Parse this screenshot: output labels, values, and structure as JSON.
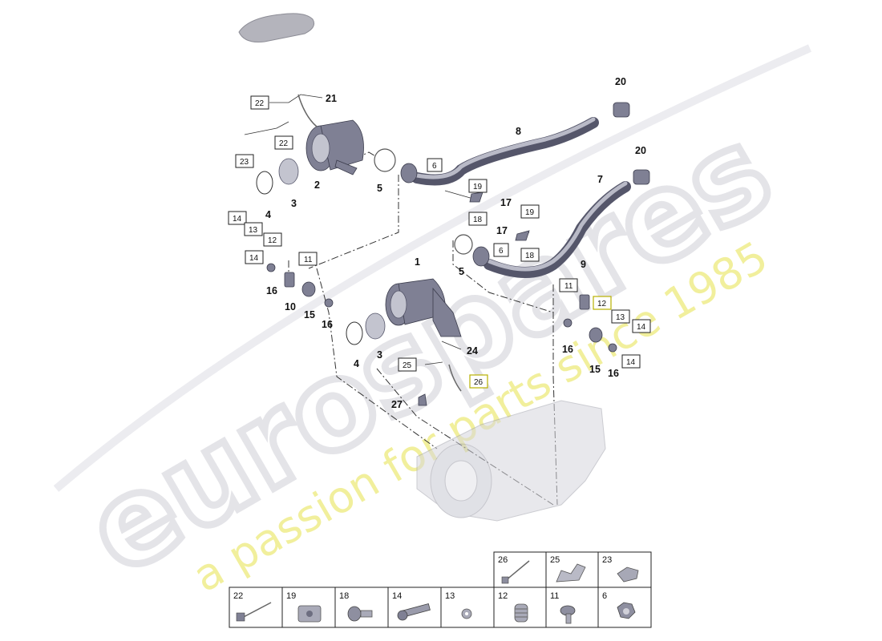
{
  "watermark": {
    "brand": "eurospares",
    "tagline": "a passion for parts since 1985"
  },
  "callouts": [
    {
      "id": "c1",
      "text": "1"
    },
    {
      "id": "c2a",
      "text": "2"
    },
    {
      "id": "c3a",
      "text": "3"
    },
    {
      "id": "c3b",
      "text": "3"
    },
    {
      "id": "c4a",
      "text": "4"
    },
    {
      "id": "c4b",
      "text": "4"
    },
    {
      "id": "c5a",
      "text": "5"
    },
    {
      "id": "c5b",
      "text": "5"
    },
    {
      "id": "c7",
      "text": "7"
    },
    {
      "id": "c8",
      "text": "8"
    },
    {
      "id": "c9",
      "text": "9"
    },
    {
      "id": "c10",
      "text": "10"
    },
    {
      "id": "c15a",
      "text": "15"
    },
    {
      "id": "c15b",
      "text": "15"
    },
    {
      "id": "c16a",
      "text": "16"
    },
    {
      "id": "c16b",
      "text": "16"
    },
    {
      "id": "c16c",
      "text": "16"
    },
    {
      "id": "c16d",
      "text": "16"
    },
    {
      "id": "c17a",
      "text": "17"
    },
    {
      "id": "c17b",
      "text": "17"
    },
    {
      "id": "c20a",
      "text": "20"
    },
    {
      "id": "c20b",
      "text": "20"
    },
    {
      "id": "c21",
      "text": "21"
    },
    {
      "id": "c24",
      "text": "24"
    },
    {
      "id": "c27",
      "text": "27"
    }
  ],
  "ref_boxes": [
    {
      "id": "b22a",
      "text": "22"
    },
    {
      "id": "b22b",
      "text": "22"
    },
    {
      "id": "b23",
      "text": "23"
    },
    {
      "id": "b6a",
      "text": "6"
    },
    {
      "id": "b6b",
      "text": "6"
    },
    {
      "id": "b19a",
      "text": "19"
    },
    {
      "id": "b19b",
      "text": "19"
    },
    {
      "id": "b18a",
      "text": "18"
    },
    {
      "id": "b18b",
      "text": "18"
    },
    {
      "id": "b14a",
      "text": "14"
    },
    {
      "id": "b14b",
      "text": "14"
    },
    {
      "id": "b14c",
      "text": "14"
    },
    {
      "id": "b14d",
      "text": "14"
    },
    {
      "id": "b13a",
      "text": "13"
    },
    {
      "id": "b13b",
      "text": "13"
    },
    {
      "id": "b12a",
      "text": "12"
    },
    {
      "id": "b12b",
      "text": "12"
    },
    {
      "id": "b11a",
      "text": "11"
    },
    {
      "id": "b11b",
      "text": "11"
    },
    {
      "id": "b25",
      "text": "25"
    },
    {
      "id": "b26",
      "text": "26"
    }
  ],
  "legend": {
    "top_row": [
      "26",
      "25",
      "23"
    ],
    "bottom_row": [
      "22",
      "19",
      "18",
      "14",
      "13",
      "12",
      "11",
      "6"
    ]
  },
  "colors": {
    "watermark_gray": "#e6e6ea",
    "watermark_yellow": "#f1ef9c",
    "part_dark": "#55566a",
    "part_light": "#c3c4cf"
  }
}
